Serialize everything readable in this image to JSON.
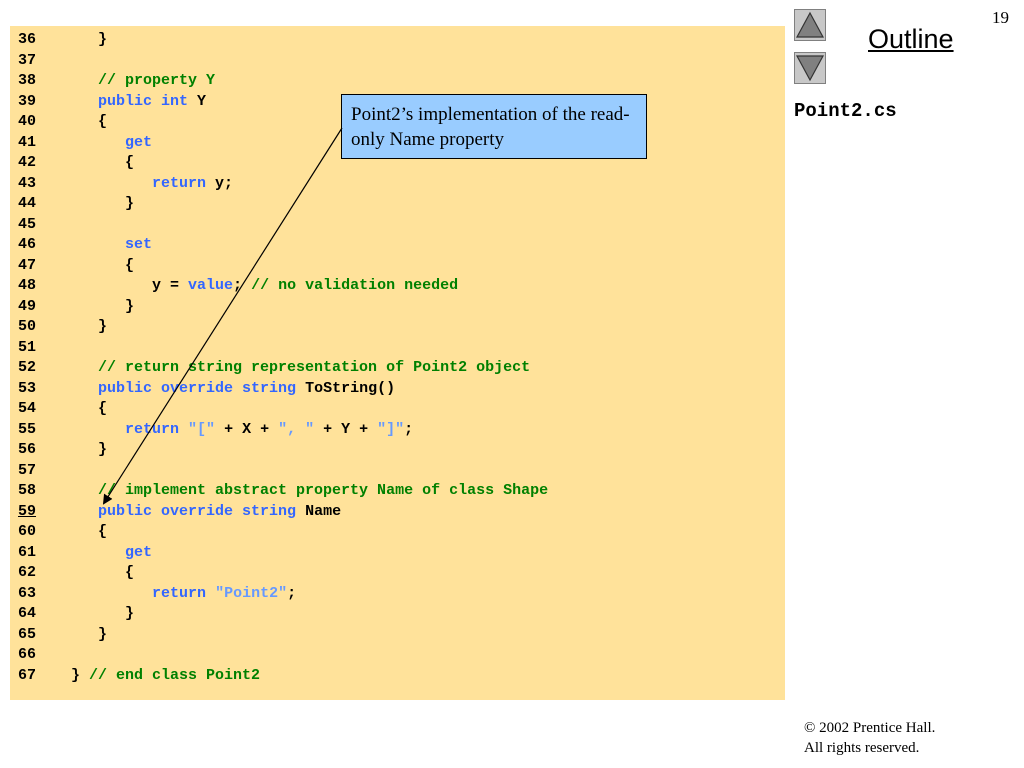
{
  "slide": {
    "page_number": "19",
    "outline_title": "Outline",
    "file_name": "Point2.cs"
  },
  "nav": {
    "up_icon": "triangle-up-icon",
    "down_icon": "triangle-down-icon"
  },
  "callout": {
    "text": "Point2’s implementation of the read-only Name property"
  },
  "footer": {
    "copyright_line1": "© 2002 Prentice Hall.",
    "copyright_line2": "All rights reserved."
  },
  "colors": {
    "code_background": "#ffe29a",
    "keyword": "#3366ff",
    "comment": "#008000",
    "string": "#6699ff",
    "callout_background": "#99ccff"
  },
  "code": {
    "lines": [
      {
        "num": "36",
        "underline": false,
        "tokens": [
          {
            "t": "      }",
            "c": ""
          }
        ]
      },
      {
        "num": "37",
        "underline": false,
        "tokens": []
      },
      {
        "num": "38",
        "underline": false,
        "tokens": [
          {
            "t": "      ",
            "c": ""
          },
          {
            "t": "// property Y",
            "c": "cm"
          }
        ]
      },
      {
        "num": "39",
        "underline": false,
        "tokens": [
          {
            "t": "      ",
            "c": ""
          },
          {
            "t": "public int",
            "c": "kw"
          },
          {
            "t": " Y",
            "c": ""
          }
        ]
      },
      {
        "num": "40",
        "underline": false,
        "tokens": [
          {
            "t": "      {",
            "c": ""
          }
        ]
      },
      {
        "num": "41",
        "underline": false,
        "tokens": [
          {
            "t": "         ",
            "c": ""
          },
          {
            "t": "get",
            "c": "kw"
          }
        ]
      },
      {
        "num": "42",
        "underline": false,
        "tokens": [
          {
            "t": "         {",
            "c": ""
          }
        ]
      },
      {
        "num": "43",
        "underline": false,
        "tokens": [
          {
            "t": "            ",
            "c": ""
          },
          {
            "t": "return",
            "c": "kw"
          },
          {
            "t": " y;",
            "c": ""
          }
        ]
      },
      {
        "num": "44",
        "underline": false,
        "tokens": [
          {
            "t": "         }",
            "c": ""
          }
        ]
      },
      {
        "num": "45",
        "underline": false,
        "tokens": []
      },
      {
        "num": "46",
        "underline": false,
        "tokens": [
          {
            "t": "         ",
            "c": ""
          },
          {
            "t": "set",
            "c": "kw"
          }
        ]
      },
      {
        "num": "47",
        "underline": false,
        "tokens": [
          {
            "t": "         {",
            "c": ""
          }
        ]
      },
      {
        "num": "48",
        "underline": false,
        "tokens": [
          {
            "t": "            y = ",
            "c": ""
          },
          {
            "t": "value",
            "c": "kw"
          },
          {
            "t": "; ",
            "c": ""
          },
          {
            "t": "// no validation needed",
            "c": "cm"
          }
        ]
      },
      {
        "num": "49",
        "underline": false,
        "tokens": [
          {
            "t": "         }",
            "c": ""
          }
        ]
      },
      {
        "num": "50",
        "underline": false,
        "tokens": [
          {
            "t": "      }",
            "c": ""
          }
        ]
      },
      {
        "num": "51",
        "underline": false,
        "tokens": []
      },
      {
        "num": "52",
        "underline": false,
        "tokens": [
          {
            "t": "      ",
            "c": ""
          },
          {
            "t": "// return string representation of Point2 object",
            "c": "cm"
          }
        ]
      },
      {
        "num": "53",
        "underline": false,
        "tokens": [
          {
            "t": "      ",
            "c": ""
          },
          {
            "t": "public override string",
            "c": "kw"
          },
          {
            "t": " ToString()",
            "c": ""
          }
        ]
      },
      {
        "num": "54",
        "underline": false,
        "tokens": [
          {
            "t": "      {",
            "c": ""
          }
        ]
      },
      {
        "num": "55",
        "underline": false,
        "tokens": [
          {
            "t": "         ",
            "c": ""
          },
          {
            "t": "return",
            "c": "kw"
          },
          {
            "t": " ",
            "c": ""
          },
          {
            "t": "\"[\"",
            "c": "st"
          },
          {
            "t": " + X + ",
            "c": ""
          },
          {
            "t": "\", \"",
            "c": "st"
          },
          {
            "t": " + Y + ",
            "c": ""
          },
          {
            "t": "\"]\"",
            "c": "st"
          },
          {
            "t": ";",
            "c": ""
          }
        ]
      },
      {
        "num": "56",
        "underline": false,
        "tokens": [
          {
            "t": "      }",
            "c": ""
          }
        ]
      },
      {
        "num": "57",
        "underline": false,
        "tokens": []
      },
      {
        "num": "58",
        "underline": false,
        "tokens": [
          {
            "t": "      ",
            "c": ""
          },
          {
            "t": "// implement abstract property Name of class Shape",
            "c": "cm"
          }
        ]
      },
      {
        "num": "59",
        "underline": true,
        "tokens": [
          {
            "t": "      ",
            "c": ""
          },
          {
            "t": "public override string",
            "c": "kw"
          },
          {
            "t": " Name",
            "c": ""
          }
        ]
      },
      {
        "num": "60",
        "underline": false,
        "tokens": [
          {
            "t": "      {",
            "c": ""
          }
        ]
      },
      {
        "num": "61",
        "underline": false,
        "tokens": [
          {
            "t": "         ",
            "c": ""
          },
          {
            "t": "get",
            "c": "kw"
          }
        ]
      },
      {
        "num": "62",
        "underline": false,
        "tokens": [
          {
            "t": "         {",
            "c": ""
          }
        ]
      },
      {
        "num": "63",
        "underline": false,
        "tokens": [
          {
            "t": "            ",
            "c": ""
          },
          {
            "t": "return",
            "c": "kw"
          },
          {
            "t": " ",
            "c": ""
          },
          {
            "t": "\"Point2\"",
            "c": "st"
          },
          {
            "t": ";",
            "c": ""
          }
        ]
      },
      {
        "num": "64",
        "underline": false,
        "tokens": [
          {
            "t": "         }",
            "c": ""
          }
        ]
      },
      {
        "num": "65",
        "underline": false,
        "tokens": [
          {
            "t": "      }",
            "c": ""
          }
        ]
      },
      {
        "num": "66",
        "underline": false,
        "tokens": []
      },
      {
        "num": "67",
        "underline": false,
        "tokens": [
          {
            "t": "   } ",
            "c": ""
          },
          {
            "t": "// end class Point2",
            "c": "cm"
          }
        ]
      }
    ]
  }
}
